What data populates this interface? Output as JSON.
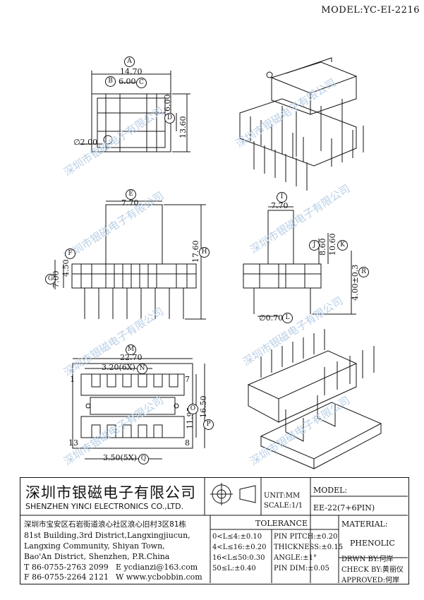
{
  "model_header": "MODEL:YC-EI-2216",
  "watermark": "深圳市银磁电子有限公司",
  "dims": {
    "top_width": "14.70",
    "top_inner": "6.00",
    "top_vert_inner": "6.00",
    "top_vert": "13.60",
    "hole": "∅2.00",
    "front_top": "7.70",
    "front_base_inner": "4.50",
    "front_base": "7.00",
    "front_height": "17.60",
    "side_top": "7.70",
    "side_h1": "8.60",
    "side_h2": "10.60",
    "pin_len": "4.00±0.3",
    "pin_dia": "∅0.70",
    "bottom_width": "22.70",
    "pitch_top": "3.20(6X)",
    "mid_gap": "11.95",
    "bottom_height": "16.50",
    "pitch_bot": "3.50(5X)",
    "pin1": "1",
    "pin7": "7",
    "pin13": "13",
    "pin8": "8"
  },
  "circles": {
    "A": "A",
    "B": "B",
    "C": "C",
    "D": "D",
    "E": "E",
    "F": "F",
    "G": "G",
    "H": "H",
    "I": "I",
    "J": "J",
    "K": "K",
    "L": "L",
    "M": "M",
    "N": "N",
    "O": "O",
    "P": "P",
    "Q": "Q",
    "R": "R"
  },
  "title_block": {
    "company_cn": "深圳市银磁电子有限公司",
    "company_en": "SHENZHEN YINCI ELECTRONICS CO.,LTD.",
    "unit": "UNIT:MM",
    "scale": "SCALE:1/1",
    "model_label": "MODEL:",
    "model_value": "EE-22(7+6PIN)",
    "addr_cn": "深圳市宝安区石岩街道浪心社区浪心旧村3区81栋",
    "addr_en1": "81st Building,3rd District,Langxingjiucun,",
    "addr_en2": "Langxing Community, Shiyan Town,",
    "addr_en3": "Bao'An District, Shenzhen, P.R.China",
    "phone": "T 86-0755-2763 2099",
    "fax": "F 86-0755-2264 2121",
    "email": "E ycdianzi@163.com",
    "web": "W www.ycbobbin.com",
    "tolerance_title": "TOLERANCE",
    "tol": [
      "0<L≤4:±0.10",
      "4<L≤16:±0.20",
      "16<L≤50:0.30",
      "50≤L:±0.40"
    ],
    "pin_pitch": "PIN PITCH:±0.20",
    "thickness": "THICKNESS:±0.15",
    "angle": "ANGLE:±1°",
    "pin_dim": "PIN DIM:±0.05",
    "material_label": "MATERIAL:",
    "material_value": "PHENOLIC",
    "drwn": "DRWN BY:何岸",
    "check": "CHECK BY:黄丽仪",
    "approved": "APPROVED:何岸"
  }
}
